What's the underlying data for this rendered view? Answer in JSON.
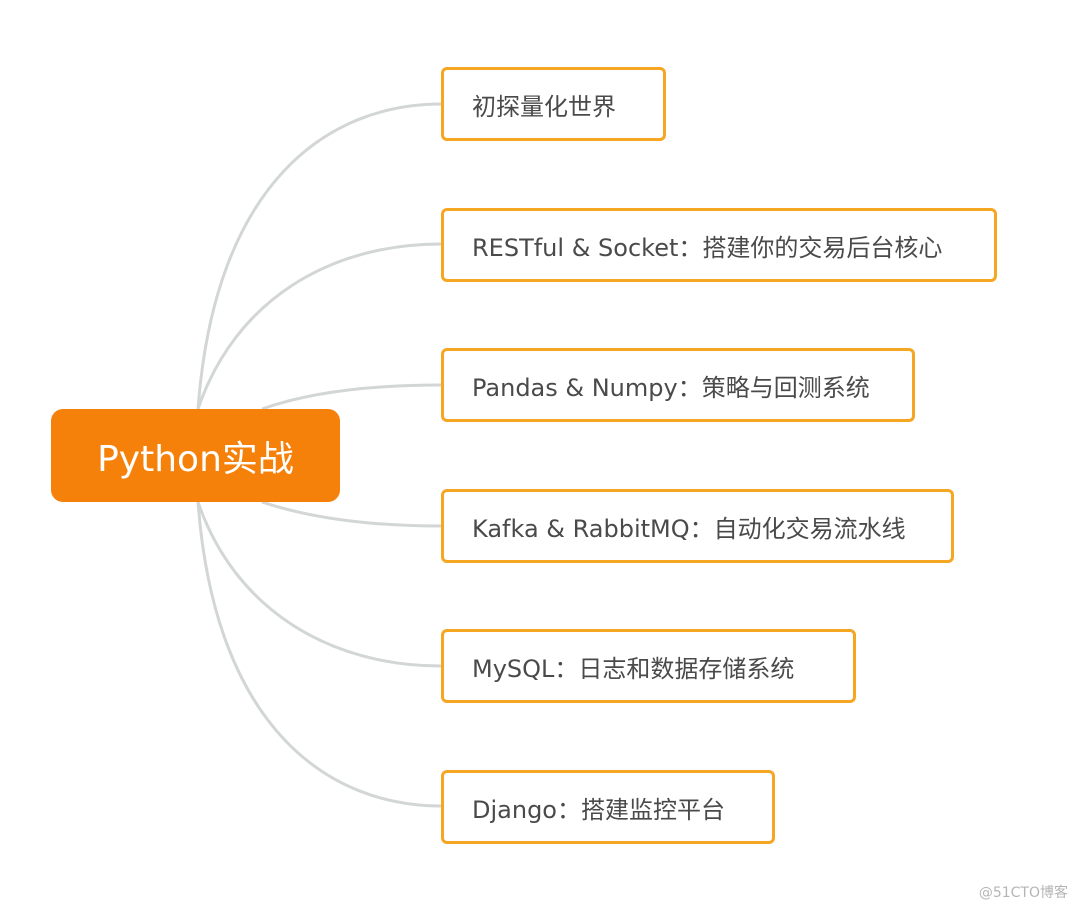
{
  "root": {
    "label": "Python实战"
  },
  "children": [
    {
      "label": "初探量化世界"
    },
    {
      "label": "RESTful & Socket：搭建你的交易后台核心"
    },
    {
      "label": "Pandas & Numpy：策略与回测系统"
    },
    {
      "label": "Kafka & RabbitMQ：自动化交易流水线"
    },
    {
      "label": "MySQL：日志和数据存储系统"
    },
    {
      "label": "Django：搭建监控平台"
    }
  ],
  "colors": {
    "root_fill": "#f5800a",
    "child_border": "#f5a623",
    "connector": "#d3d6d6",
    "child_text": "#4a4a4a"
  },
  "watermark": "@51CTO博客"
}
